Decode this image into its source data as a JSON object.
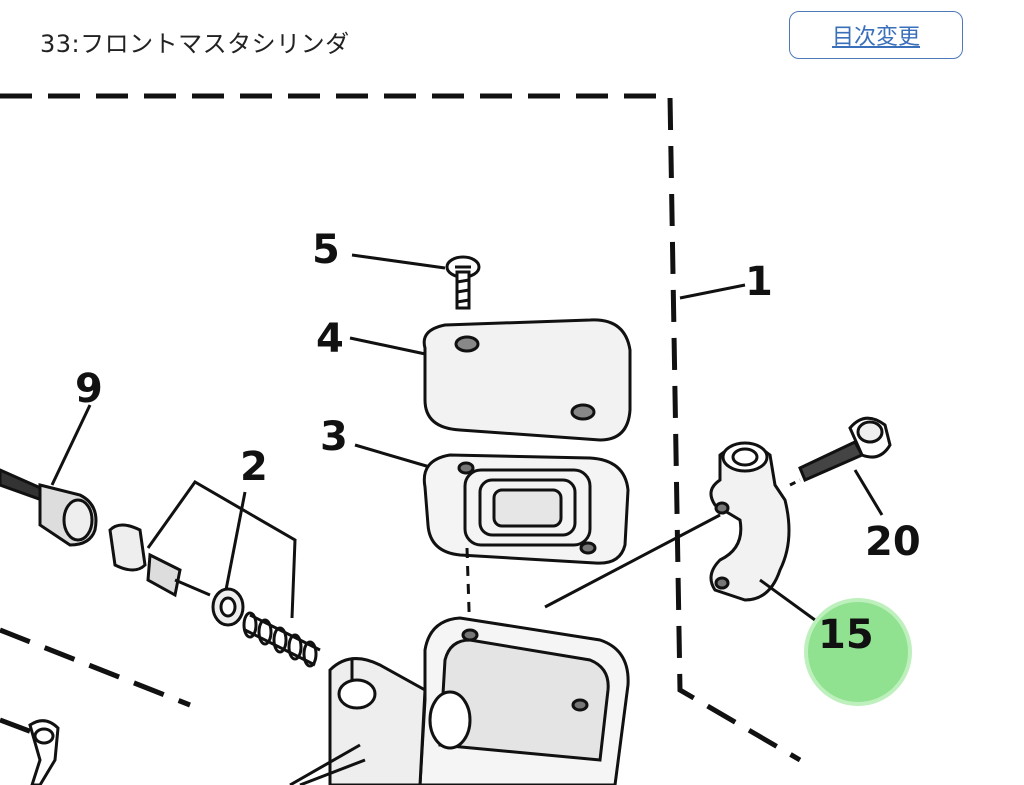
{
  "header": {
    "title": "33:フロントマスタシリンダ",
    "toc_button": "目次変更"
  },
  "diagram": {
    "callouts": [
      {
        "id": "1",
        "label": "1"
      },
      {
        "id": "2",
        "label": "2"
      },
      {
        "id": "3",
        "label": "3"
      },
      {
        "id": "4",
        "label": "4"
      },
      {
        "id": "5",
        "label": "5"
      },
      {
        "id": "9",
        "label": "9"
      },
      {
        "id": "15",
        "label": "15",
        "highlighted": true
      },
      {
        "id": "20",
        "label": "20"
      }
    ],
    "highlight_color": "#7ddc7d"
  }
}
